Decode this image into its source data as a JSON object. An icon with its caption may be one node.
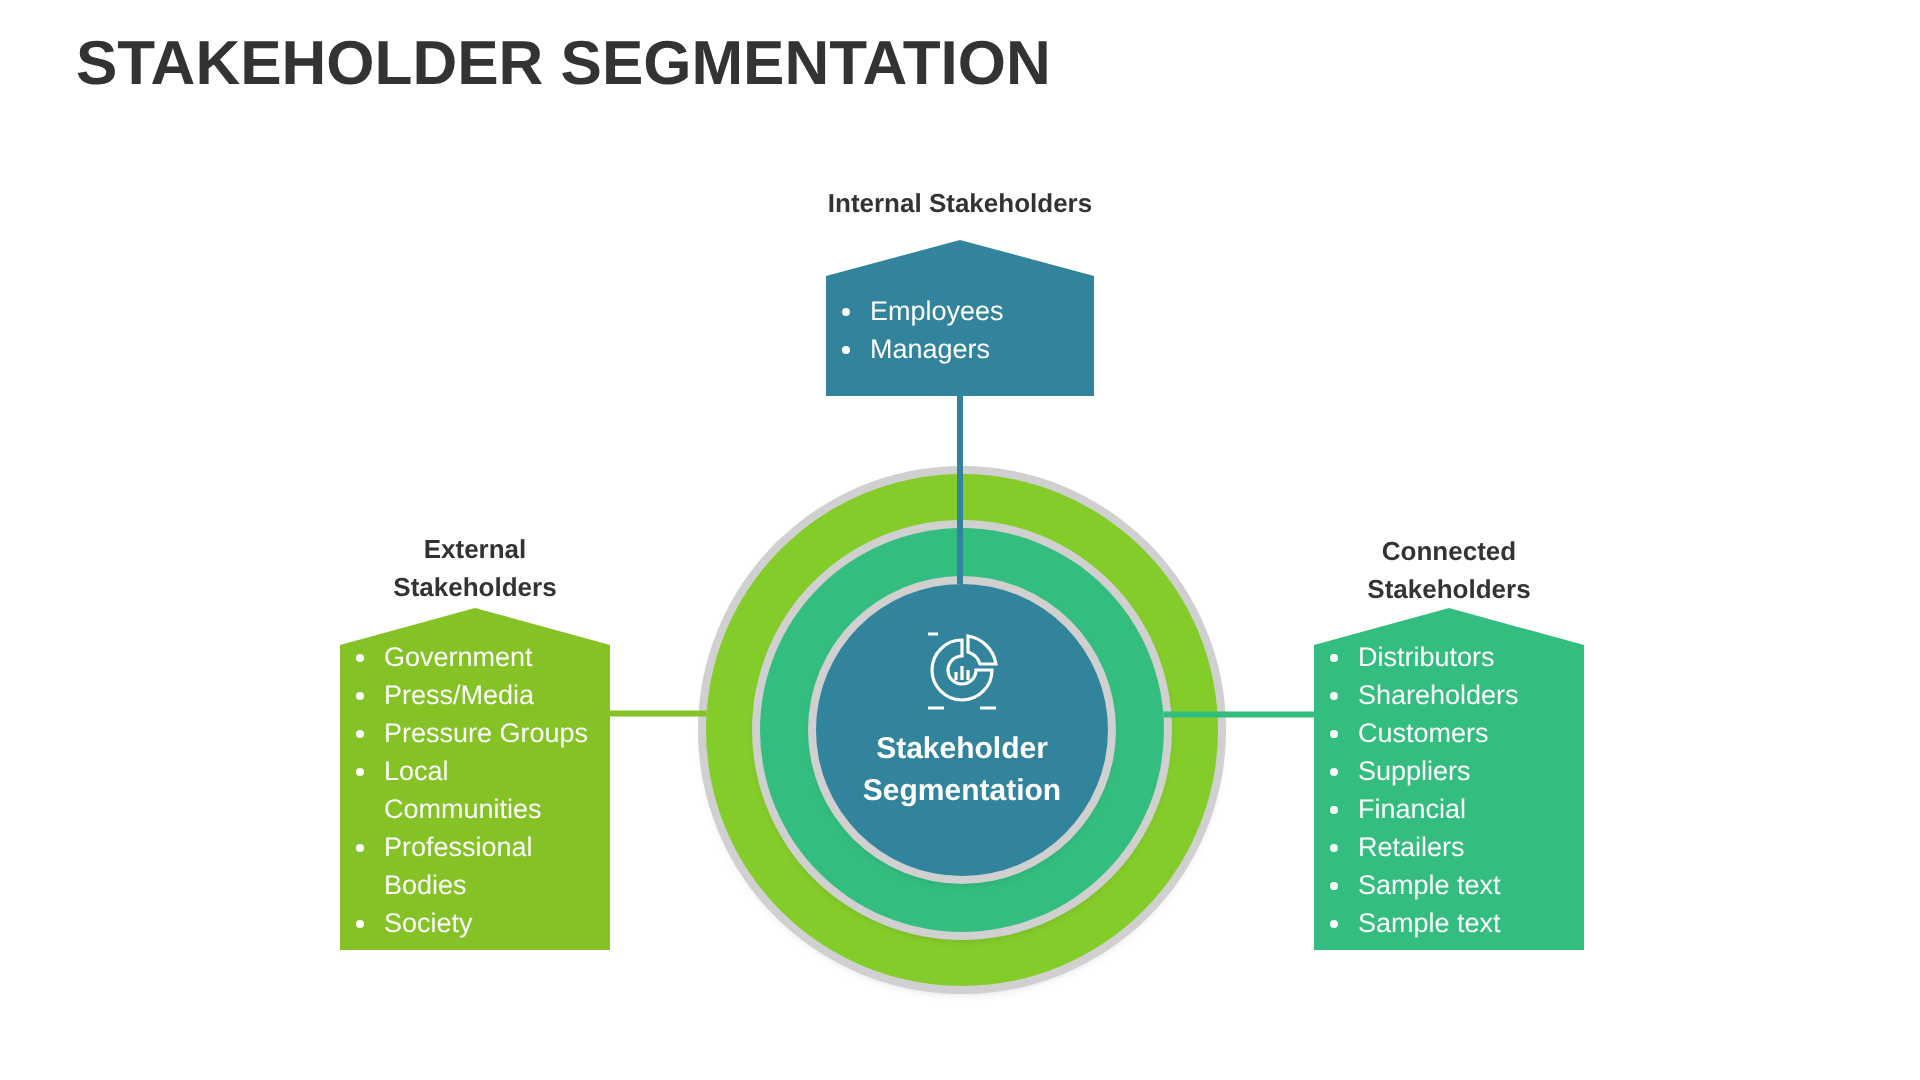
{
  "diagram": {
    "title": "STAKEHOLDER SEGMENTATION",
    "nodes": [
      {
        "text": [
          "Internal Stakeholders",
          "Employees",
          "Managers"
        ]
      },
      {
        "text": [
          "External Stakeholders",
          "Government",
          "Press/Media",
          "Pressure Groups",
          "Local Communities",
          "Professional Bodies",
          "Society"
        ]
      },
      {
        "text": [],
        "shape": "circle"
      },
      {
        "text": [],
        "shape": "circle",
        "in": 2
      },
      {
        "text": [
          "Stakeholder Segmentation"
        ],
        "in": 3
      },
      {
        "text": [
          "Connected Stakeholders",
          "Distributors",
          "Shareholders",
          "Customers",
          "Suppliers",
          "Financial",
          "Retailers",
          "Sample text",
          "Sample text"
        ]
      }
    ],
    "edges": [
      {
        "from": 0,
        "to": 4,
        "arrow": "none",
        "color": "#31849b"
      },
      {
        "from": 1,
        "to": 2,
        "arrow": "none",
        "color": "#84c225"
      },
      {
        "from": 5,
        "to": 3,
        "arrow": "none",
        "color": "#33be7f"
      }
    ]
  }
}
